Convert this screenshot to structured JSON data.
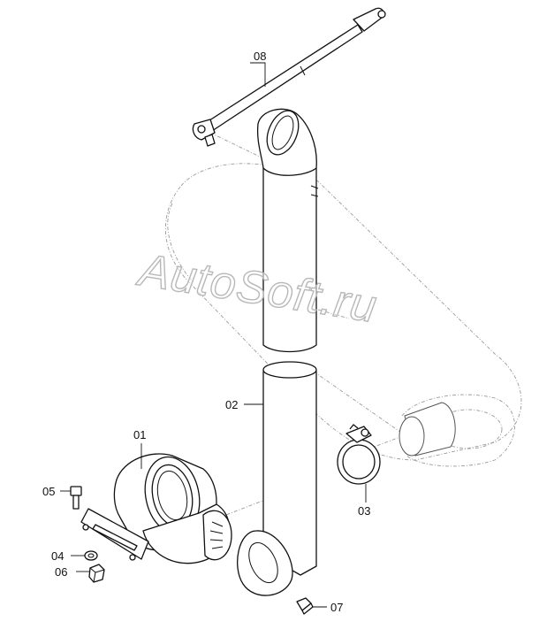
{
  "callouts": [
    {
      "id": "01",
      "label": "01"
    },
    {
      "id": "02",
      "label": "02"
    },
    {
      "id": "03",
      "label": "03"
    },
    {
      "id": "04",
      "label": "04"
    },
    {
      "id": "05",
      "label": "05"
    },
    {
      "id": "06",
      "label": "06"
    },
    {
      "id": "07",
      "label": "07"
    },
    {
      "id": "08",
      "label": "08"
    }
  ],
  "watermark": "AutoSoft.ru"
}
